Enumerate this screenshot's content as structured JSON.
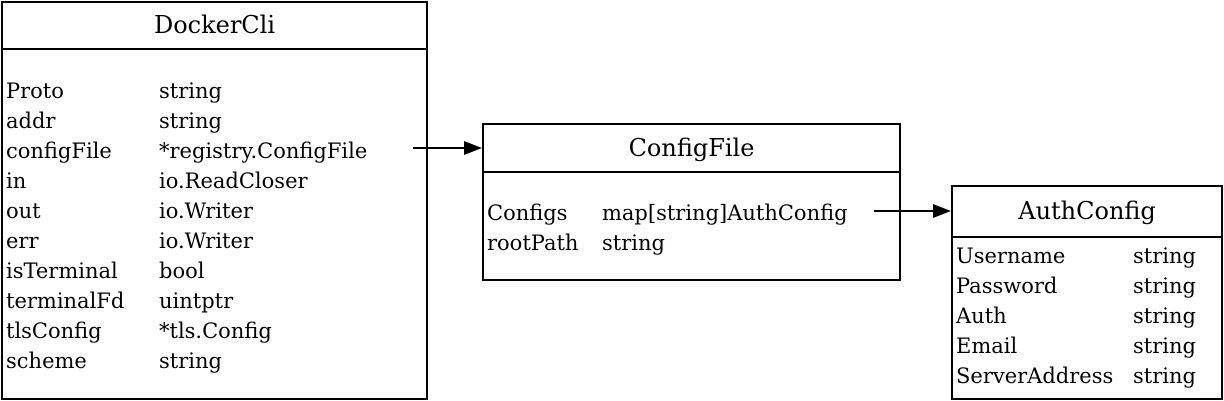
{
  "classes": {
    "dockercli": {
      "title": "DockerCli",
      "fields": [
        {
          "name": "Proto",
          "type": "string"
        },
        {
          "name": "addr",
          "type": "string"
        },
        {
          "name": "configFile",
          "type": "*registry.ConfigFile"
        },
        {
          "name": "in",
          "type": "io.ReadCloser"
        },
        {
          "name": "out",
          "type": "io.Writer"
        },
        {
          "name": "err",
          "type": "io.Writer"
        },
        {
          "name": "isTerminal",
          "type": "bool"
        },
        {
          "name": "terminalFd",
          "type": "uintptr"
        },
        {
          "name": "tlsConfig",
          "type": "*tls.Config"
        },
        {
          "name": "scheme",
          "type": "string"
        }
      ]
    },
    "configfile": {
      "title": "ConfigFile",
      "fields": [
        {
          "name": "Configs",
          "type": "map[string]AuthConfig"
        },
        {
          "name": "rootPath",
          "type": "string"
        }
      ]
    },
    "authconfig": {
      "title": "AuthConfig",
      "fields": [
        {
          "name": "Username",
          "type": "string"
        },
        {
          "name": "Password",
          "type": "string"
        },
        {
          "name": "Auth",
          "type": "string"
        },
        {
          "name": "Email",
          "type": "string"
        },
        {
          "name": "ServerAddress",
          "type": "string"
        }
      ]
    }
  },
  "colors": {
    "line": "#000000",
    "background": "#ffffff"
  }
}
